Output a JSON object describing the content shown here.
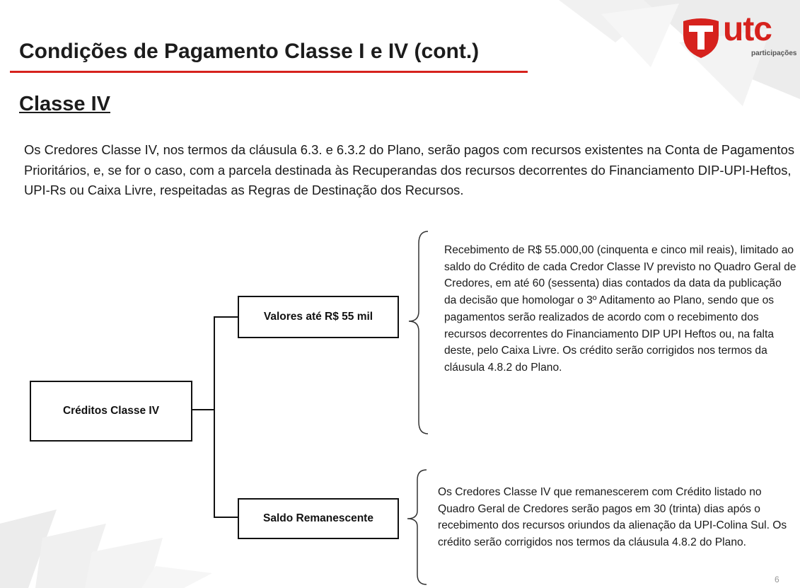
{
  "slide": {
    "title": "Condições de Pagamento Classe I e IV (cont.)",
    "subtitle": "Classe IV",
    "intro": "Os Credores Classe IV, nos termos da cláusula 6.3. e 6.3.2 do Plano, serão pagos com recursos existentes na Conta de Pagamentos Prioritários, e, se for o caso, com a parcela destinada às Recuperandas dos recursos decorrentes do Financiamento DIP-UPI-Heftos, UPI-Rs ou Caixa Livre, respeitadas as Regras de Destinação dos Recursos.",
    "page_number": "6"
  },
  "logo": {
    "name": "utc",
    "tagline": "participações",
    "color": "#d6221d"
  },
  "diagram": {
    "root": "Créditos Classe IV",
    "branches": [
      {
        "label": "Valores até R$ 55 mil",
        "description": "Recebimento de R$ 55.000,00 (cinquenta e cinco mil reais), limitado ao saldo do Crédito de cada Credor Classe IV previsto no Quadro Geral de Credores, em até 60 (sessenta) dias contados da data da publicação da decisão que homologar o 3º Aditamento ao Plano, sendo que os pagamentos serão realizados de acordo com o recebimento dos recursos decorrentes do Financiamento DIP UPI Heftos ou, na falta deste, pelo Caixa Livre. Os crédito serão corrigidos nos termos da cláusula 4.8.2 do Plano."
      },
      {
        "label": "Saldo Remanescente",
        "description": "Os Credores Classe IV que remanescerem com Crédito listado no Quadro Geral de Credores serão pagos em 30 (trinta) dias após o recebimento dos recursos oriundos da alienação da UPI-Colina Sul. Os crédito serão corrigidos nos termos da cláusula 4.8.2 do Plano."
      }
    ]
  }
}
